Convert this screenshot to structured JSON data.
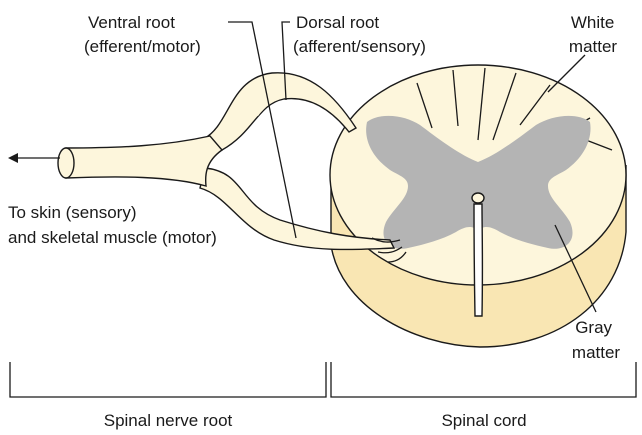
{
  "labels": {
    "ventral_root": [
      "Ventral root",
      "(efferent/motor)"
    ],
    "dorsal_root": [
      "Dorsal root",
      "(afferent/sensory)"
    ],
    "white_matter": [
      "White",
      "matter"
    ],
    "to_skin": [
      "To skin (sensory)",
      "and skeletal muscle (motor)"
    ],
    "gray_matter": [
      "Gray",
      "matter"
    ]
  },
  "sections": {
    "spinal_nerve_root": "Spinal nerve root",
    "spinal_cord": "Spinal cord"
  },
  "colors": {
    "tissue_fill": "#fdf6dc",
    "tissue_side": "#f9e6b3",
    "gray_matter": "#b4b4b4",
    "outline": "#1a1a1a"
  },
  "icons": {
    "arrow": "arrow-left-icon"
  }
}
